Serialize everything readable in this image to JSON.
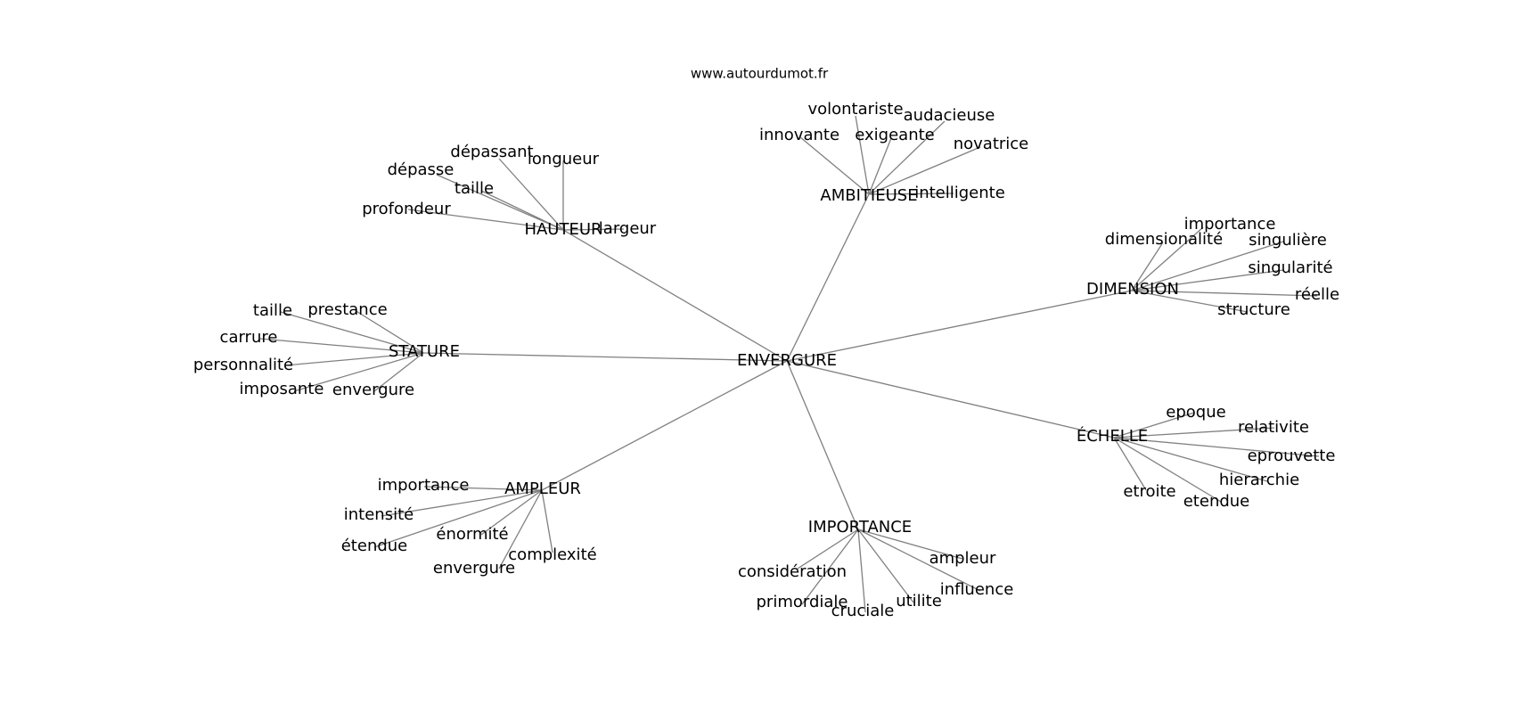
{
  "site_label": "www.autourdumot.fr",
  "center": "ENVERGURE",
  "clusters": [
    {
      "hub": "HAUTEUR",
      "words": [
        "dépassant",
        "longueur",
        "dépasse",
        "taille",
        "profondeur",
        "largeur"
      ]
    },
    {
      "hub": "AMBITIEUSE",
      "words": [
        "volontariste",
        "audacieuse",
        "innovante",
        "exigeante",
        "novatrice",
        "intelligente"
      ]
    },
    {
      "hub": "DIMENSION",
      "words": [
        "importance",
        "dimensionalité",
        "singulière",
        "singularité",
        "réelle",
        "structure"
      ]
    },
    {
      "hub": "STATURE",
      "words": [
        "taille",
        "prestance",
        "carrure",
        "personnalité",
        "imposante",
        "envergure"
      ]
    },
    {
      "hub": "ÉCHELLE",
      "words": [
        "epoque",
        "relativite",
        "eprouvette",
        "hierarchie",
        "etroite",
        "etendue"
      ]
    },
    {
      "hub": "AMPLEUR",
      "words": [
        "importance",
        "intensité",
        "énormité",
        "étendue",
        "envergure",
        "complexité"
      ]
    },
    {
      "hub": "IMPORTANCE",
      "words": [
        "considération",
        "ampleur",
        "influence",
        "primordiale",
        "utilite",
        "cruciale"
      ]
    }
  ]
}
